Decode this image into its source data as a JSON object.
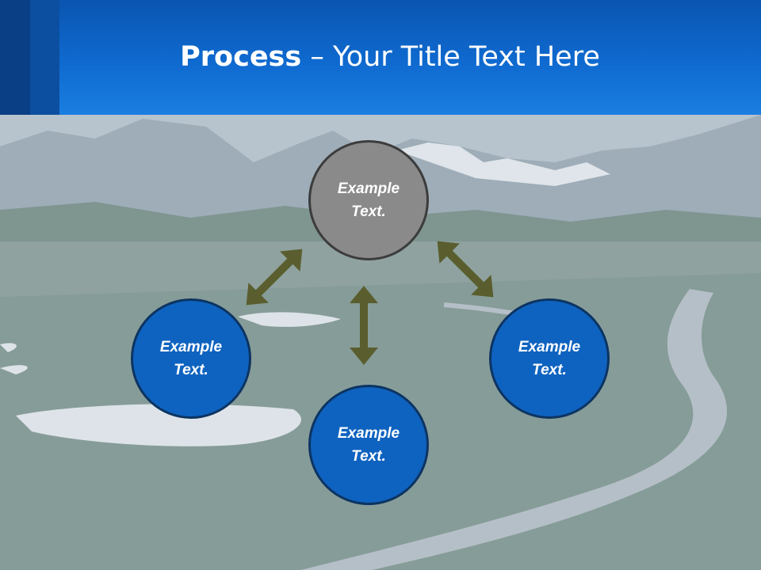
{
  "header": {
    "title_bold": "Process",
    "title_rest": " – Your Title Text Here"
  },
  "nodes": {
    "top": {
      "line1": "Example",
      "line2": "Text."
    },
    "left": {
      "line1": "Example",
      "line2": "Text."
    },
    "right": {
      "line1": "Example",
      "line2": "Text."
    },
    "bottom": {
      "line1": "Example",
      "line2": "Text."
    }
  },
  "colors": {
    "header": "#0f6ad0",
    "node_blue": "#0f63c0",
    "node_gray": "#8a8a8a",
    "arrow": "#5a5e2e"
  }
}
